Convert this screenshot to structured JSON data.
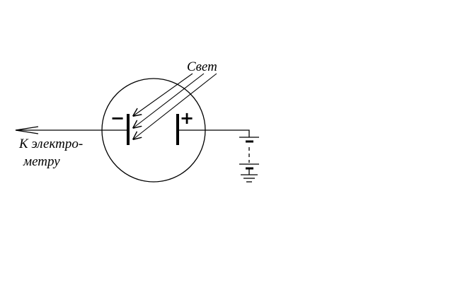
{
  "labels": {
    "light": "Свет",
    "to_electrometer_line1": "К электро-",
    "to_electrometer_line2": "метру",
    "minus": "−",
    "plus": "+"
  }
}
